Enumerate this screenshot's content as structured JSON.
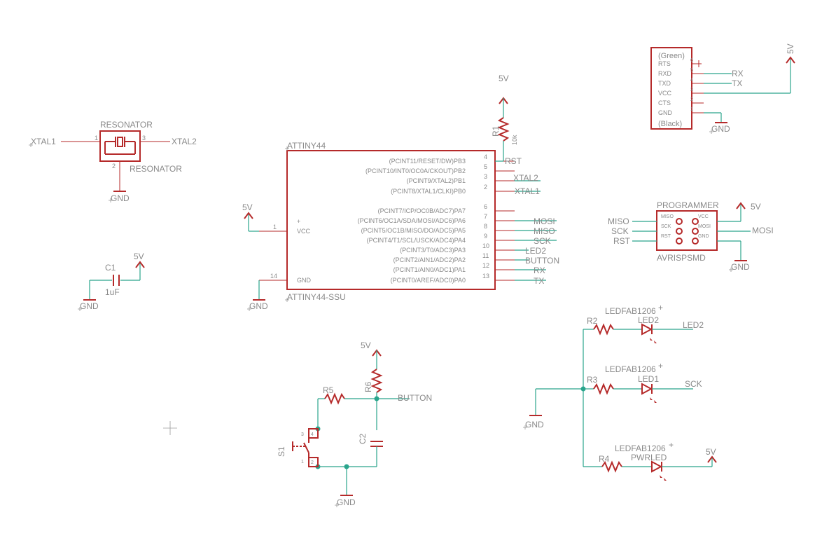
{
  "resonator": {
    "name": "RESONATOR",
    "value": "RESONATOR",
    "pin1": "1",
    "pin2": "2",
    "pin3": "3",
    "net_left": "XTAL1",
    "net_right": "XTAL2",
    "gnd": "GND"
  },
  "attiny": {
    "name": "ATTINY44",
    "value": "ATTINY44-SSU",
    "vcc_label": "VCC",
    "gnd_label": "GND",
    "vcc_pin": "1",
    "gnd_pin": "14",
    "plus": "+",
    "pins": [
      {
        "name": "(PCINT11/RESET/DW)PB3",
        "num": "4",
        "net": "RST"
      },
      {
        "name": "(PCINT10/INT0/OC0A/CKOUT)PB2",
        "num": "5",
        "net": ""
      },
      {
        "name": "(PCINT9/XTAL2)PB1",
        "num": "3",
        "net": "XTAL2"
      },
      {
        "name": "(PCINT8/XTAL1/CLKI)PB0",
        "num": "2",
        "net": "XTAL1"
      },
      {
        "name": "(PCINT7/ICP/OC0B/ADC7)PA7",
        "num": "6",
        "net": ""
      },
      {
        "name": "(PCINT6/OC1A/SDA/MOSI/ADC6)PA6",
        "num": "7",
        "net": "MOSI"
      },
      {
        "name": "(PCINT5/OC1B/MISO/DO/ADC5)PA5",
        "num": "8",
        "net": "MISO"
      },
      {
        "name": "(PCINT4/T1/SCL/USCK/ADC4)PA4",
        "num": "9",
        "net": "SCK"
      },
      {
        "name": "(PCINT3/T0/ADC3)PA3",
        "num": "10",
        "net": "LED2"
      },
      {
        "name": "(PCINT2/AIN1/ADC2)PA2",
        "num": "11",
        "net": "BUTTON"
      },
      {
        "name": "(PCINT1/AIN0/ADC1)PA1",
        "num": "12",
        "net": "RX"
      },
      {
        "name": "(PCINT0/AREF/ADC0)PA0",
        "num": "13",
        "net": "TX"
      }
    ],
    "supply_5v": "5V",
    "supply_gnd": "GND"
  },
  "r1": {
    "name": "R1",
    "value": "10k",
    "supply": "5V",
    "net": "RST"
  },
  "c1": {
    "name": "C1",
    "value": "1uF",
    "supply": "5V",
    "gnd": "GND"
  },
  "ftdi": {
    "header_top": "(Green)",
    "header_bottom": "(Black)",
    "pins": [
      "RTS",
      "RXD",
      "TXD",
      "VCC",
      "CTS",
      "GND"
    ],
    "pin_nums": [
      "6",
      "5",
      "4",
      "3",
      "2",
      "1"
    ],
    "net_rx": "RX",
    "net_tx": "TX",
    "supply": "5V",
    "gnd": "GND"
  },
  "programmer": {
    "name": "PROGRAMMER",
    "value": "AVRISPSMD",
    "left_pins": [
      "MISO",
      "SCK",
      "RST"
    ],
    "right_pins": [
      "VCC",
      "MOSI",
      "GND"
    ],
    "net_miso": "MISO",
    "net_sck": "SCK",
    "net_rst": "RST",
    "net_mosi": "MOSI",
    "supply": "5V",
    "gnd": "GND"
  },
  "leds": [
    {
      "resistor": "R2",
      "led_value": "LEDFAB1206",
      "led_name": "LED2",
      "net": "LED2",
      "plus": "+"
    },
    {
      "resistor": "R3",
      "led_value": "LEDFAB1206",
      "led_name": "LED1",
      "net": "SCK",
      "plus": "+"
    },
    {
      "resistor": "R4",
      "led_value": "LEDFAB1206",
      "led_name": "PWRLED",
      "net": "5V",
      "plus": "+"
    }
  ],
  "led_gnd": "GND",
  "button_circuit": {
    "r5": "R5",
    "r6": "R6",
    "c2": "C2",
    "s1": "S1",
    "net": "BUTTON",
    "supply": "5V",
    "gnd": "GND",
    "s1_pins": [
      "3",
      "4",
      "1",
      "2"
    ]
  }
}
